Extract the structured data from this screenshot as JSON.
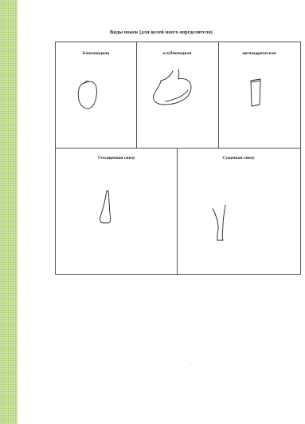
{
  "document": {
    "title": "Виды ножек (для целей моего определителя)",
    "cells": [
      {
        "label": "Бочковидная",
        "shape": "barrel-shaped-stem"
      },
      {
        "label": "клубневидная",
        "shape": "bulbous-stem"
      },
      {
        "label": "цилиндрическая",
        "shape": "cylindrical-stem"
      },
      {
        "label": "Утолщенная снизу",
        "shape": "thickened-below-stem"
      },
      {
        "label": "Суженная снизу",
        "shape": "narrowed-below-stem"
      }
    ]
  }
}
